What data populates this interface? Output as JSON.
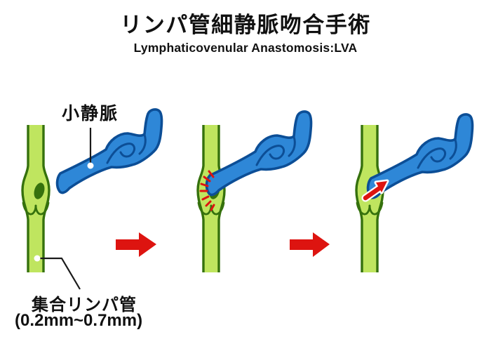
{
  "header": {
    "title": "リンパ管細静脈吻合手術",
    "subtitle": "Lymphaticovenular Anastomosis:LVA"
  },
  "labels": {
    "venule": "小静脈",
    "lymphatic_name": "集合リンパ管",
    "lymphatic_size": "(0.2mm~0.7mm)"
  },
  "icons": {
    "step_arrow": "red-right-block-arrow",
    "flow_arrow": "red-flow-direction-arrow",
    "sutures": "red-suture-ticks"
  },
  "colors": {
    "background": "#ffffff",
    "lymphatic_fill": "#bfe55f",
    "lymphatic_outline": "#35710d",
    "venule_fill": "#2e87d7",
    "venule_outline": "#0c4e96",
    "arrow_red": "#dd1410",
    "text": "#111111"
  }
}
